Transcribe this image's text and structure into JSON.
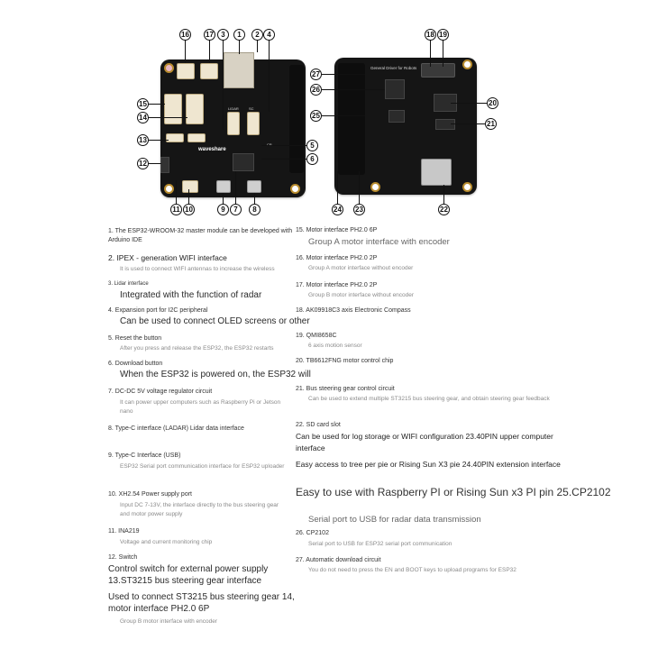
{
  "callouts": [
    "16",
    "17",
    "3",
    "1",
    "2",
    "4",
    "15",
    "14",
    "13",
    "12",
    "11",
    "10",
    "9",
    "7",
    "8",
    "5",
    "6",
    "27",
    "26",
    "25",
    "24",
    "23",
    "22",
    "20",
    "21",
    "18",
    "19"
  ],
  "board": {
    "silk_general": "General Driver for Robots",
    "silk_lidar": "LIDAR",
    "silk_sc": "SC",
    "silk_cp": "CP",
    "logo": "waveshare"
  },
  "items": {
    "i1_title": "1. The ESP32-WROOM-32 master module can be developed with",
    "i1_title2": "Arduino IDE",
    "i2_title": "2. IPEX - generation WIFI interface",
    "i2_desc": "It is used to connect WIFI antennas to increase the wireless",
    "i3_title": "3. Lidar interface",
    "i3_desc": "Integrated with the function of radar",
    "i4_title": "4. Expansion port for I2C peripheral",
    "i4_desc": "Can be used to connect OLED screens or other",
    "i5_title": "5. Reset the button",
    "i5_desc": "After you press and release the ESP32, the ESP32 restarts",
    "i6_title": "6. Download button",
    "i6_desc": "When the ESP32 is powered on, the ESP32 will",
    "i7_title": "7. DC-DC 5V voltage regulator circuit",
    "i7_desc1": "It can power upper computers such as Raspberry Pi or Jetson",
    "i7_desc2": "nano",
    "i8_title": "8. Type-C interface (LADAR) Lidar data interface",
    "i9_title": "9. Type-C Interface (USB)",
    "i9_desc": "ESP32 Serial port communication interface for ESP32 uploader",
    "i10_title": "10. XH2.54 Power supply port",
    "i10_desc1": "Input DC 7-13V, the interface directly to the bus steering gear",
    "i10_desc2": "and motor power supply",
    "i11_title": "11. INA219",
    "i11_desc": "Voltage and current monitoring chip",
    "i12_title": "12. Switch",
    "i12_desc1": "Control switch for external power supply",
    "i12_desc2": "13.ST3215 bus steering gear interface",
    "i12_desc3": "Used to connect ST3215 bus steering gear 14,",
    "i12_desc4": "motor interface PH2.0 6P",
    "i12_desc5": "Group B motor interface with encoder",
    "i15_title": "15. Motor interface PH2.0 6P",
    "i15_desc": "Group A motor interface with encoder",
    "i16_title": "16. Motor interface PH2.0 2P",
    "i16_desc": "Group A motor interface without encoder",
    "i17_title": "17. Motor interface PH2.0 2P",
    "i17_desc": "Group B motor interface without encoder",
    "i18_title": "18. AK09918C3 axis Electronic Compass",
    "i19_title": "19.  QMI8658C",
    "i19_desc": "6 axis motion sensor",
    "i20_title": "20. TB6612FNG motor control chip",
    "i21_title": "21. Bus steering gear control circuit",
    "i21_desc": "Can be used to extend multiple ST3215 bus steering gear, and obtain steering gear feedback",
    "i22_title": "22. SD card slot",
    "i22_desc1": "Can be used for log storage or WIFI configuration 23.40PIN upper computer",
    "i22_desc2": "interface",
    "i22_desc3": "Easy access to tree per pie or Rising Sun X3 pie 24.40PIN extension interface",
    "i22_desc4": "Easy to use with Raspberry PI or Rising Sun x3 PI pin 25.CP2102",
    "i22_desc5": "Serial port to USB for radar data transmission",
    "i26_title": "26. CP2102",
    "i26_desc": "Serial port to USB for ESP32 serial port communication",
    "i27_title": "27. Automatic download circuit",
    "i27_desc": "You do not need to press the EN and BOOT keys to upload programs for ESP32"
  }
}
